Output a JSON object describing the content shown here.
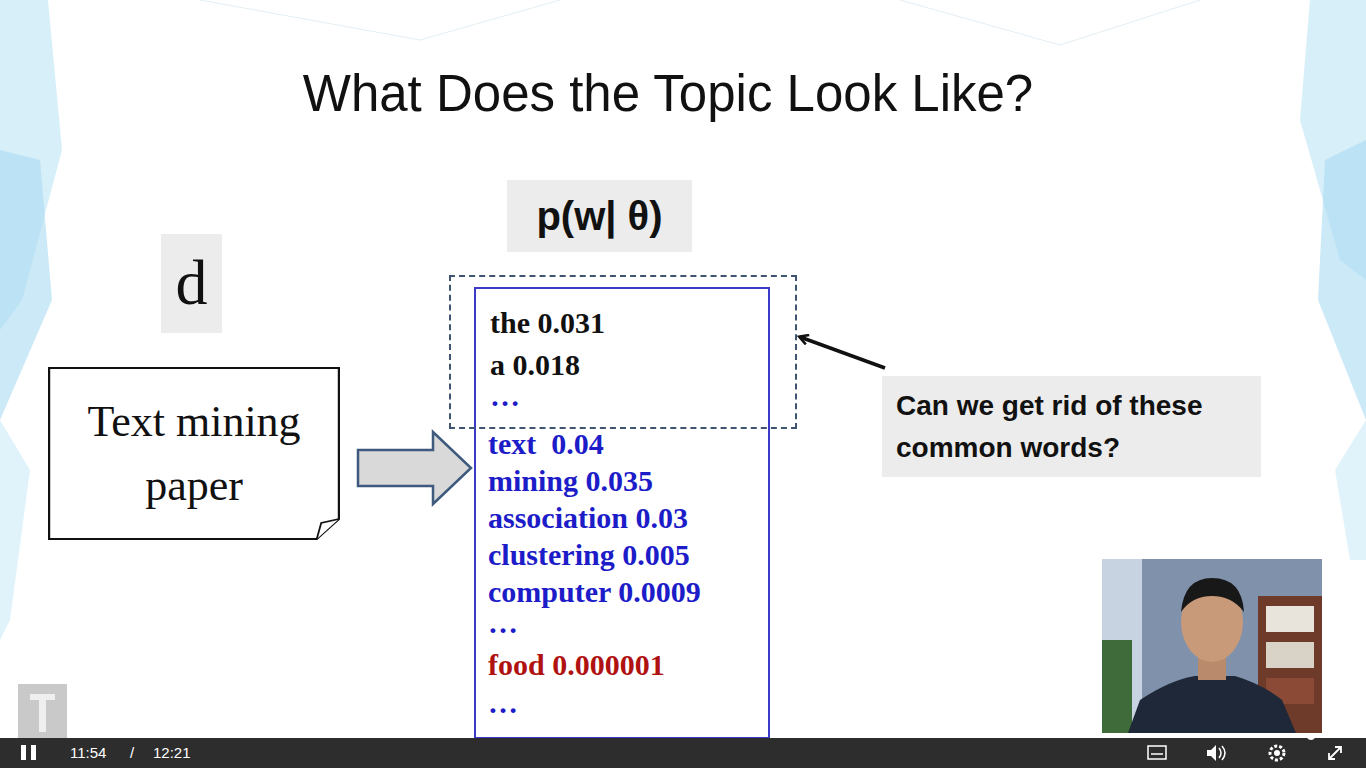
{
  "diagram": {
    "title": "What Does the Topic Look Like?",
    "nodes": [
      {
        "text": [
          "d"
        ]
      },
      {
        "text": [
          "Text mining paper"
        ]
      },
      {
        "text": [
          "p(w| θ)"
        ]
      },
      {
        "text": [
          "text  0.04",
          "mining 0.035",
          "association 0.03",
          "clustering 0.005",
          "computer 0.0009",
          "…",
          "food 0.000001",
          "…"
        ]
      },
      {
        "text": [
          "the 0.031",
          "a 0.018",
          "…"
        ],
        "in": 3
      },
      {
        "text": [
          "Can we get rid of these common words?"
        ]
      }
    ],
    "edges": [
      {
        "from": 1,
        "to": 3,
        "arrow": "to"
      },
      {
        "from": 5,
        "to": 4,
        "arrow": "to"
      }
    ],
    "labels": [
      "11:54",
      "/",
      "12:21"
    ]
  }
}
